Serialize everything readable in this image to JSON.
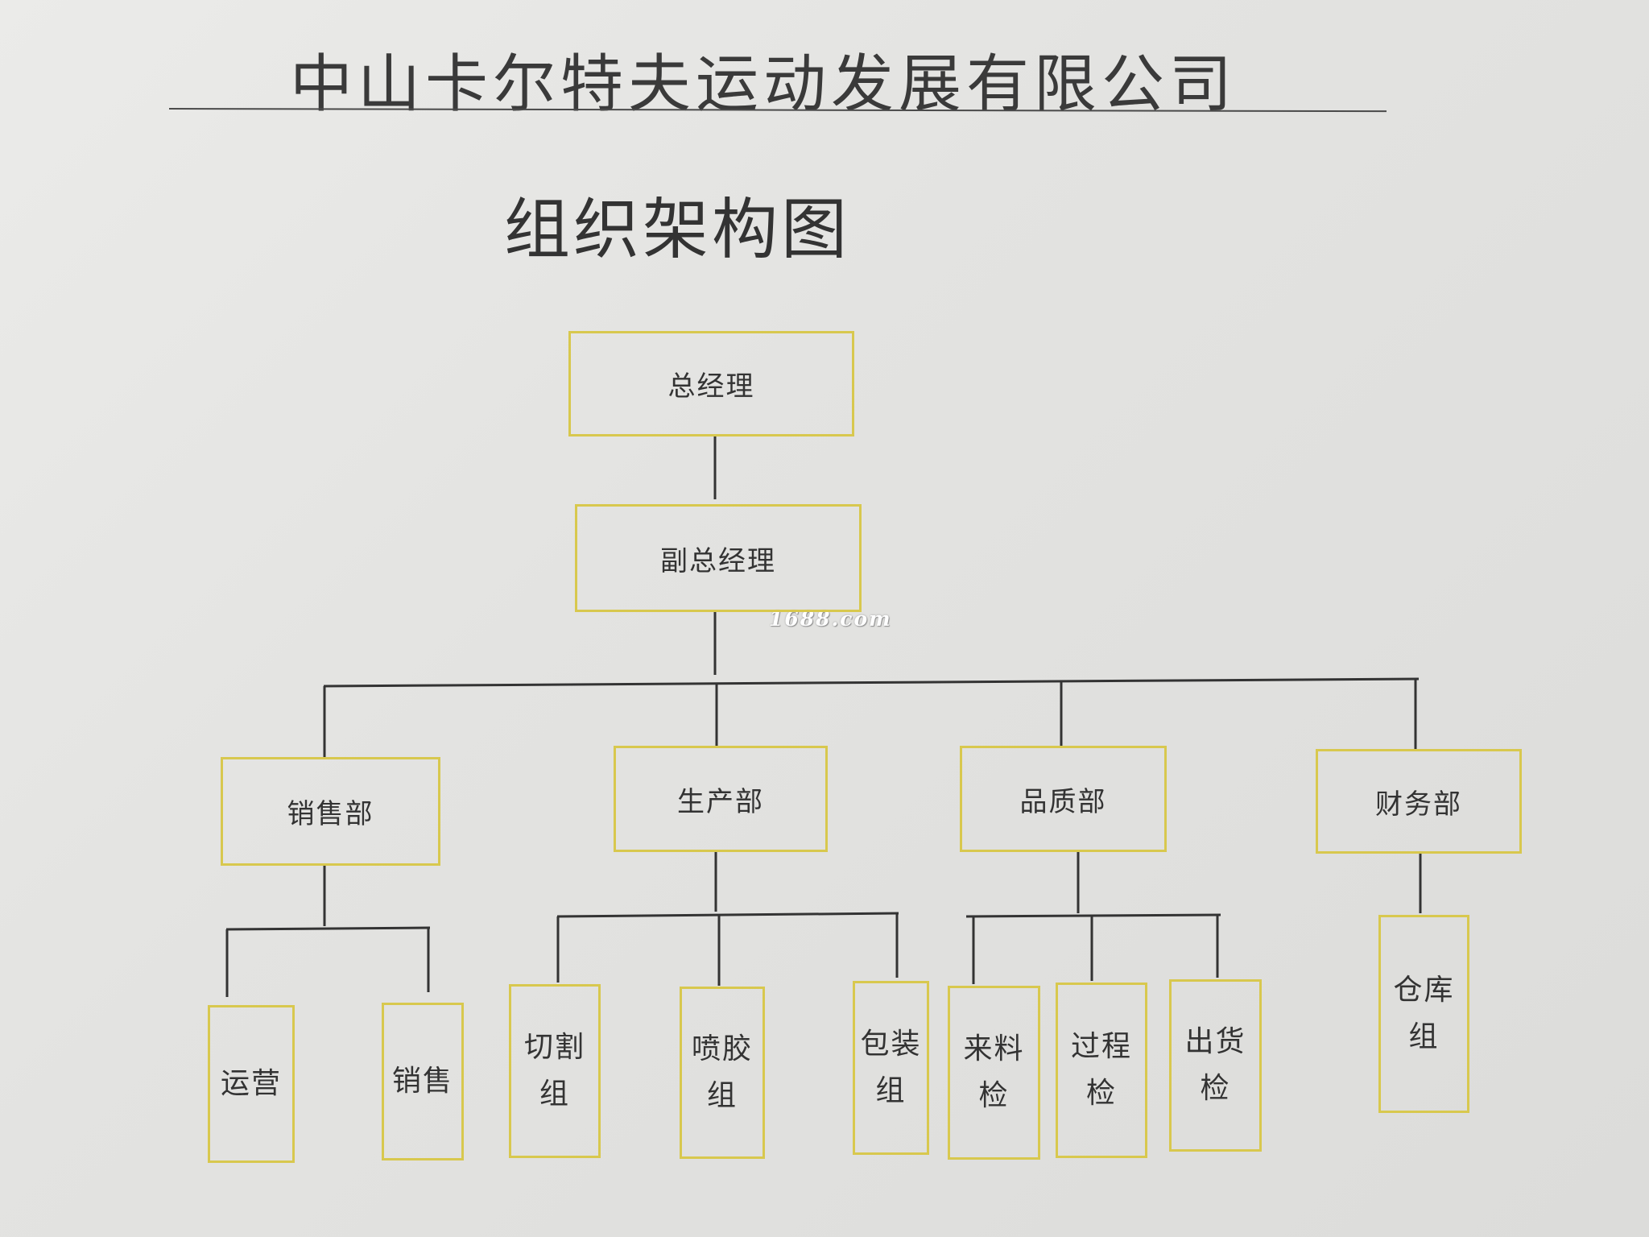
{
  "header": {
    "company": "中山卡尔特夫运动发展有限公司",
    "chart_title": "组织架构图"
  },
  "watermark": "1688.com",
  "org": {
    "top": "总经理",
    "deputy": "副总经理",
    "departments": [
      {
        "name": "销售部",
        "groups": [
          "运营",
          "销售"
        ]
      },
      {
        "name": "生产部",
        "groups": [
          "切割组",
          "喷胶组",
          "包装组"
        ]
      },
      {
        "name": "品质部",
        "groups": [
          "来料检",
          "过程检",
          "出货检"
        ]
      },
      {
        "name": "财务部",
        "groups": [
          "仓库组"
        ]
      }
    ]
  },
  "colors": {
    "box_border": "#d8c84e",
    "line": "#333333"
  }
}
